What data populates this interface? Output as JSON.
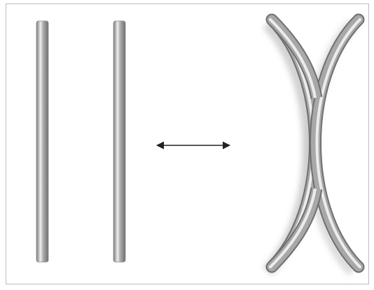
{
  "figure": {
    "left_panel": {
      "rods": [
        "straight-rod-1",
        "straight-rod-2"
      ]
    },
    "center": {
      "symbol": "double-headed-arrow"
    },
    "right_panel": {
      "rods": [
        "crossed-curved-rod-1",
        "crossed-curved-rod-2"
      ]
    },
    "colors": {
      "frame_border": "#bdbdbd",
      "rod_dark": "#7a7a7a",
      "rod_mid": "#a8a8a8",
      "rod_light": "#eeeeee",
      "arrow": "#222222",
      "shadow": "#c8c8c8"
    }
  }
}
